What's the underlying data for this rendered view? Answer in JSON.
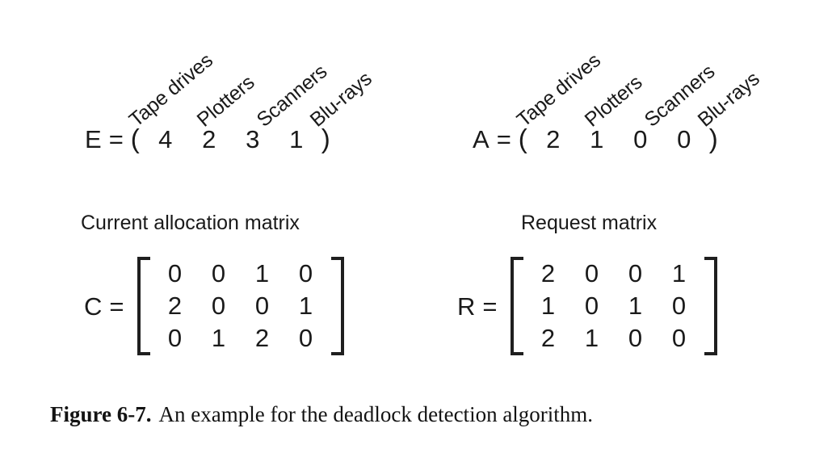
{
  "figure": {
    "resource_labels": [
      "Tape drives",
      "Plotters",
      "Scanners",
      "Blu-rays"
    ],
    "existing_resources": {
      "name": "E",
      "equals": "=",
      "open_paren": "(",
      "close_paren": ")",
      "values": [
        "4",
        "2",
        "3",
        "1"
      ]
    },
    "available_resources": {
      "name": "A",
      "equals": "=",
      "open_paren": "(",
      "close_paren": ")",
      "values": [
        "2",
        "1",
        "0",
        "0"
      ]
    },
    "allocation_matrix": {
      "caption": "Current allocation matrix",
      "name": "C",
      "equals": "=",
      "rows": [
        [
          "0",
          "0",
          "1",
          "0"
        ],
        [
          "2",
          "0",
          "0",
          "1"
        ],
        [
          "0",
          "1",
          "2",
          "0"
        ]
      ]
    },
    "request_matrix": {
      "caption": "Request matrix",
      "name": "R",
      "equals": "=",
      "rows": [
        [
          "2",
          "0",
          "0",
          "1"
        ],
        [
          "1",
          "0",
          "1",
          "0"
        ],
        [
          "2",
          "1",
          "0",
          "0"
        ]
      ]
    },
    "caption": {
      "number": "Figure 6-7.",
      "text": "An example for the deadlock detection algorithm."
    }
  },
  "colors": {
    "ink": "#1a1a1a",
    "background": "#ffffff"
  }
}
